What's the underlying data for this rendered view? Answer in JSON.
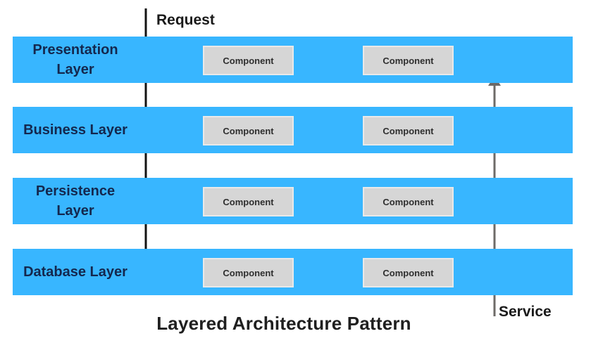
{
  "diagram": {
    "title": "Layered Architecture Pattern",
    "flow_labels": {
      "request": "Request",
      "service": "Service"
    },
    "component_label": "Component",
    "layers": [
      {
        "name": "Presentation Layer"
      },
      {
        "name": "Business Layer"
      },
      {
        "name": "Persistence Layer"
      },
      {
        "name": "Database Layer"
      }
    ],
    "colors": {
      "band_blue": "#38b6ff",
      "layer_label_text": "#14274e",
      "component_fill": "#d6d6d6",
      "component_border": "#e9e9e9",
      "component_text": "#2e2e2e",
      "request_arrow": "#131313",
      "service_arrow": "#6d6a67",
      "title_text": "#1f1f1f"
    }
  }
}
